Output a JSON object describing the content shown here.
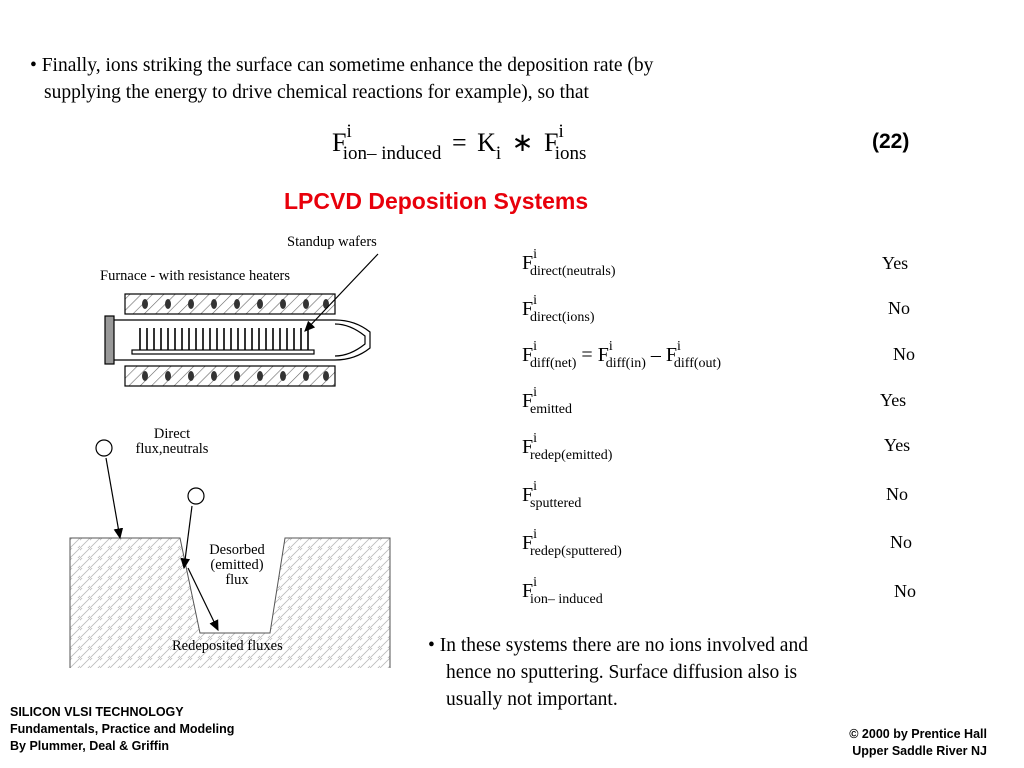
{
  "intro": {
    "line1": "• Finally, ions striking the surface can sometime enhance the deposition rate (by",
    "line2": "supplying the energy to drive chemical reactions for example), so that"
  },
  "equation": {
    "lhs_base": "F",
    "lhs_sup": "i",
    "lhs_sub": "ion– induced",
    "eq": "=",
    "k_base": "K",
    "k_sub": "i",
    "times": "∗",
    "rhs_base": "F",
    "rhs_sup": "i",
    "rhs_sub": "ions",
    "number": "(22)"
  },
  "heading": "LPCVD Deposition Systems",
  "diagram": {
    "standup_wafers": "Standup wafers",
    "furnace": "Furnace - with resistance heaters",
    "direct_line1": "Direct",
    "direct_line2": "flux,neutrals",
    "desorbed_line1": "Desorbed",
    "desorbed_line2": "(emitted)",
    "desorbed_line3": "flux",
    "redeposited": "Redeposited fluxes"
  },
  "flux_table": [
    {
      "base": "F",
      "sup": "i",
      "sub": "direct(neutrals)",
      "answer": "Yes"
    },
    {
      "base": "F",
      "sup": "i",
      "sub": "direct(ions)",
      "answer": "No"
    },
    {
      "base": "F",
      "sup": "i",
      "sub": "diff(net)",
      "eq": " = ",
      "base2": "F",
      "sup2": "i",
      "sub2": "diff(in)",
      "minus": " – ",
      "base3": "F",
      "sup3": "i",
      "sub3": "diff(out)",
      "answer": "No"
    },
    {
      "base": "F",
      "sup": "i",
      "sub": "emitted",
      "answer": "Yes"
    },
    {
      "base": "F",
      "sup": "i",
      "sub": "redep(emitted)",
      "answer": "Yes"
    },
    {
      "base": "F",
      "sup": "i",
      "sub": "sputtered",
      "answer": "No"
    },
    {
      "base": "F",
      "sup": "i",
      "sub": "redep(sputtered)",
      "answer": "No"
    },
    {
      "base": "F",
      "sup": "i",
      "sub": "ion– induced",
      "answer": "No"
    }
  ],
  "note": {
    "line1": "• In these systems there are no ions involved and",
    "line2": "hence no sputtering. Surface diffusion also is",
    "line3": "usually not important."
  },
  "footer_left": {
    "line1": "SILICON VLSI TECHNOLOGY",
    "line2": "Fundamentals, Practice and Modeling",
    "line3": "By Plummer, Deal & Griffin"
  },
  "footer_right": {
    "line1": "© 2000 by Prentice Hall",
    "line2": "Upper Saddle River NJ"
  },
  "colors": {
    "heading": "#e8000b",
    "text": "#000000"
  }
}
